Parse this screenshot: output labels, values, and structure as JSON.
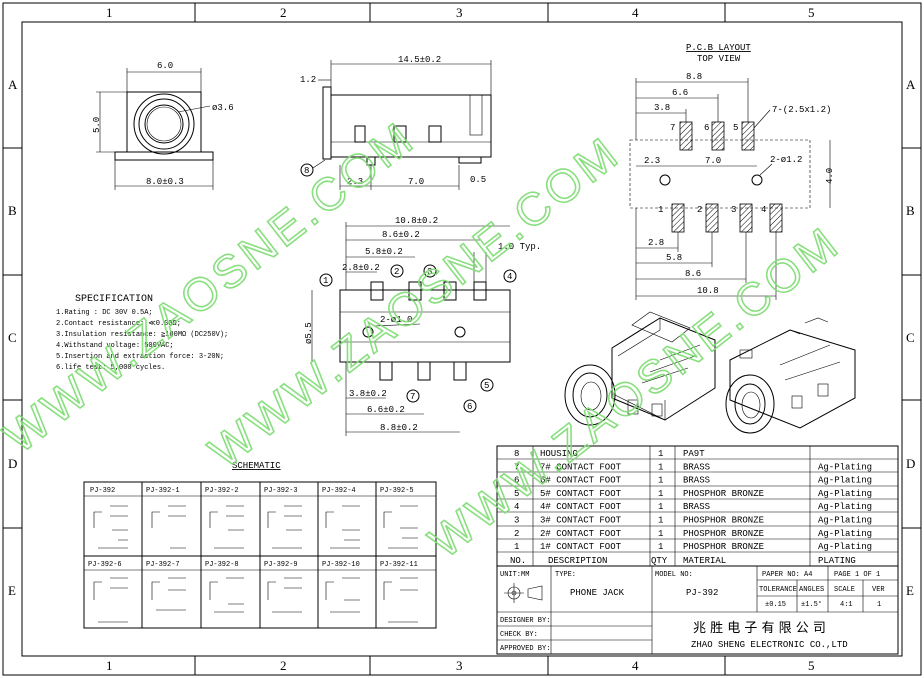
{
  "frame": {
    "columns": [
      "1",
      "2",
      "3",
      "4",
      "5"
    ],
    "rows": [
      "A",
      "B",
      "C",
      "D",
      "E"
    ]
  },
  "pcb_layout": {
    "title": "P.C.B LAYOUT",
    "subtitle": "TOP VIEW",
    "dims": {
      "d88": "8.8",
      "d66": "6.6",
      "d38": "3.8",
      "pad_size": "7-(2.5x1.2)",
      "d23": "2.3",
      "d70": "7.0",
      "hole": "2-ø1.2",
      "d40": "4.0",
      "d28": "2.8",
      "d58": "5.8",
      "d86": "8.6",
      "d108": "10.8"
    },
    "pad_labels_top": [
      "7",
      "6",
      "5"
    ],
    "pad_labels_bottom": [
      "1",
      "2",
      "3",
      "4"
    ]
  },
  "front_view": {
    "width": "6.0",
    "height": "5.0",
    "bore": "ø3.6",
    "base": "8.0±0.3"
  },
  "side_view": {
    "length": "14.5±0.2",
    "flange": "1.2",
    "pin_a": "2.3",
    "pin_b": "7.0",
    "pin_c": "0.5",
    "marker": "8"
  },
  "top_view": {
    "d1": "10.8±0.2",
    "d2": "8.6±0.2",
    "d3": "5.8±0.2",
    "d4": "2.8±0.2",
    "typ": "1.0 Typ.",
    "hole": "2-ø1.0",
    "dia": "ø5.5",
    "d5": "3.8±0.2",
    "d6": "6.6±0.2",
    "d7": "8.8±0.2",
    "callouts": [
      "1",
      "2",
      "3",
      "4",
      "5",
      "6",
      "7"
    ]
  },
  "specification": {
    "title": "SPECIFICATION",
    "lines": [
      "1.Rating : DC 30V 0.5A;",
      "2.Contact resistance: ≪0.03Ω;",
      "3.Insulation resistance: ≧100MΩ (DC250V);",
      "4.Withstand voltage: 500VAC;",
      "5.Insertion and extraction force: 3-20N;",
      "6.life test: 5,000 cycles."
    ]
  },
  "schematic": {
    "title": "SCHEMATIC",
    "row1": [
      "PJ-392",
      "PJ-392-1",
      "PJ-392-2",
      "PJ-392-3",
      "PJ-392-4",
      "PJ-392-5"
    ],
    "row2": [
      "PJ-392-6",
      "PJ-392-7",
      "PJ-392-8",
      "PJ-392-9",
      "PJ-392-10",
      "PJ-392-11"
    ]
  },
  "bom": {
    "rows": [
      {
        "no": "8",
        "desc": "HOUSING",
        "qty": "1",
        "material": "PA9T",
        "plating": ""
      },
      {
        "no": "7",
        "desc": "7# CONTACT FOOT",
        "qty": "1",
        "material": "BRASS",
        "plating": "Ag-Plating"
      },
      {
        "no": "6",
        "desc": "6# CONTACT FOOT",
        "qty": "1",
        "material": "BRASS",
        "plating": "Ag-Plating"
      },
      {
        "no": "5",
        "desc": "5# CONTACT FOOT",
        "qty": "1",
        "material": "PHOSPHOR BRONZE",
        "plating": "Ag-Plating"
      },
      {
        "no": "4",
        "desc": "4# CONTACT FOOT",
        "qty": "1",
        "material": "BRASS",
        "plating": "Ag-Plating"
      },
      {
        "no": "3",
        "desc": "3# CONTACT FOOT",
        "qty": "1",
        "material": "PHOSPHOR BRONZE",
        "plating": "Ag-Plating"
      },
      {
        "no": "2",
        "desc": "2# CONTACT FOOT",
        "qty": "1",
        "material": "PHOSPHOR BRONZE",
        "plating": "Ag-Plating"
      },
      {
        "no": "1",
        "desc": "1# CONTACT FOOT",
        "qty": "1",
        "material": "PHOSPHOR BRONZE",
        "plating": "Ag-Plating"
      }
    ],
    "header": {
      "no": "NO.",
      "desc": "DESCRIPTION",
      "qty": "QTY",
      "material": "MATERIAL",
      "plating": "PLATING"
    }
  },
  "titleblock": {
    "unit": "UNIT:MM",
    "type_label": "TYPE:",
    "type_value": "PHONE JACK",
    "model_label": "MODEL NO:",
    "model_value": "PJ-392",
    "paper_label": "PAPER NO: A4",
    "page_label": "PAGE 1 OF 1",
    "tolerance_label": "TOLERANCE",
    "angles_label": "ANGLES",
    "scale_label": "SCALE",
    "ver_label": "VER",
    "tolerance_value": "±0.15",
    "angles_value": "±1.5°",
    "scale_value": "4:1",
    "ver_value": "1",
    "designer": "DESIGNER BY:",
    "check": "CHECK    BY:",
    "approved": "APPROVED BY:",
    "company_cn": "兆 胜 电 子 有 限 公 司",
    "company_en": "ZHAO SHENG ELECTRONIC CO.,LTD"
  },
  "watermark": {
    "text": "WWW.ZAOSNE.COM"
  }
}
